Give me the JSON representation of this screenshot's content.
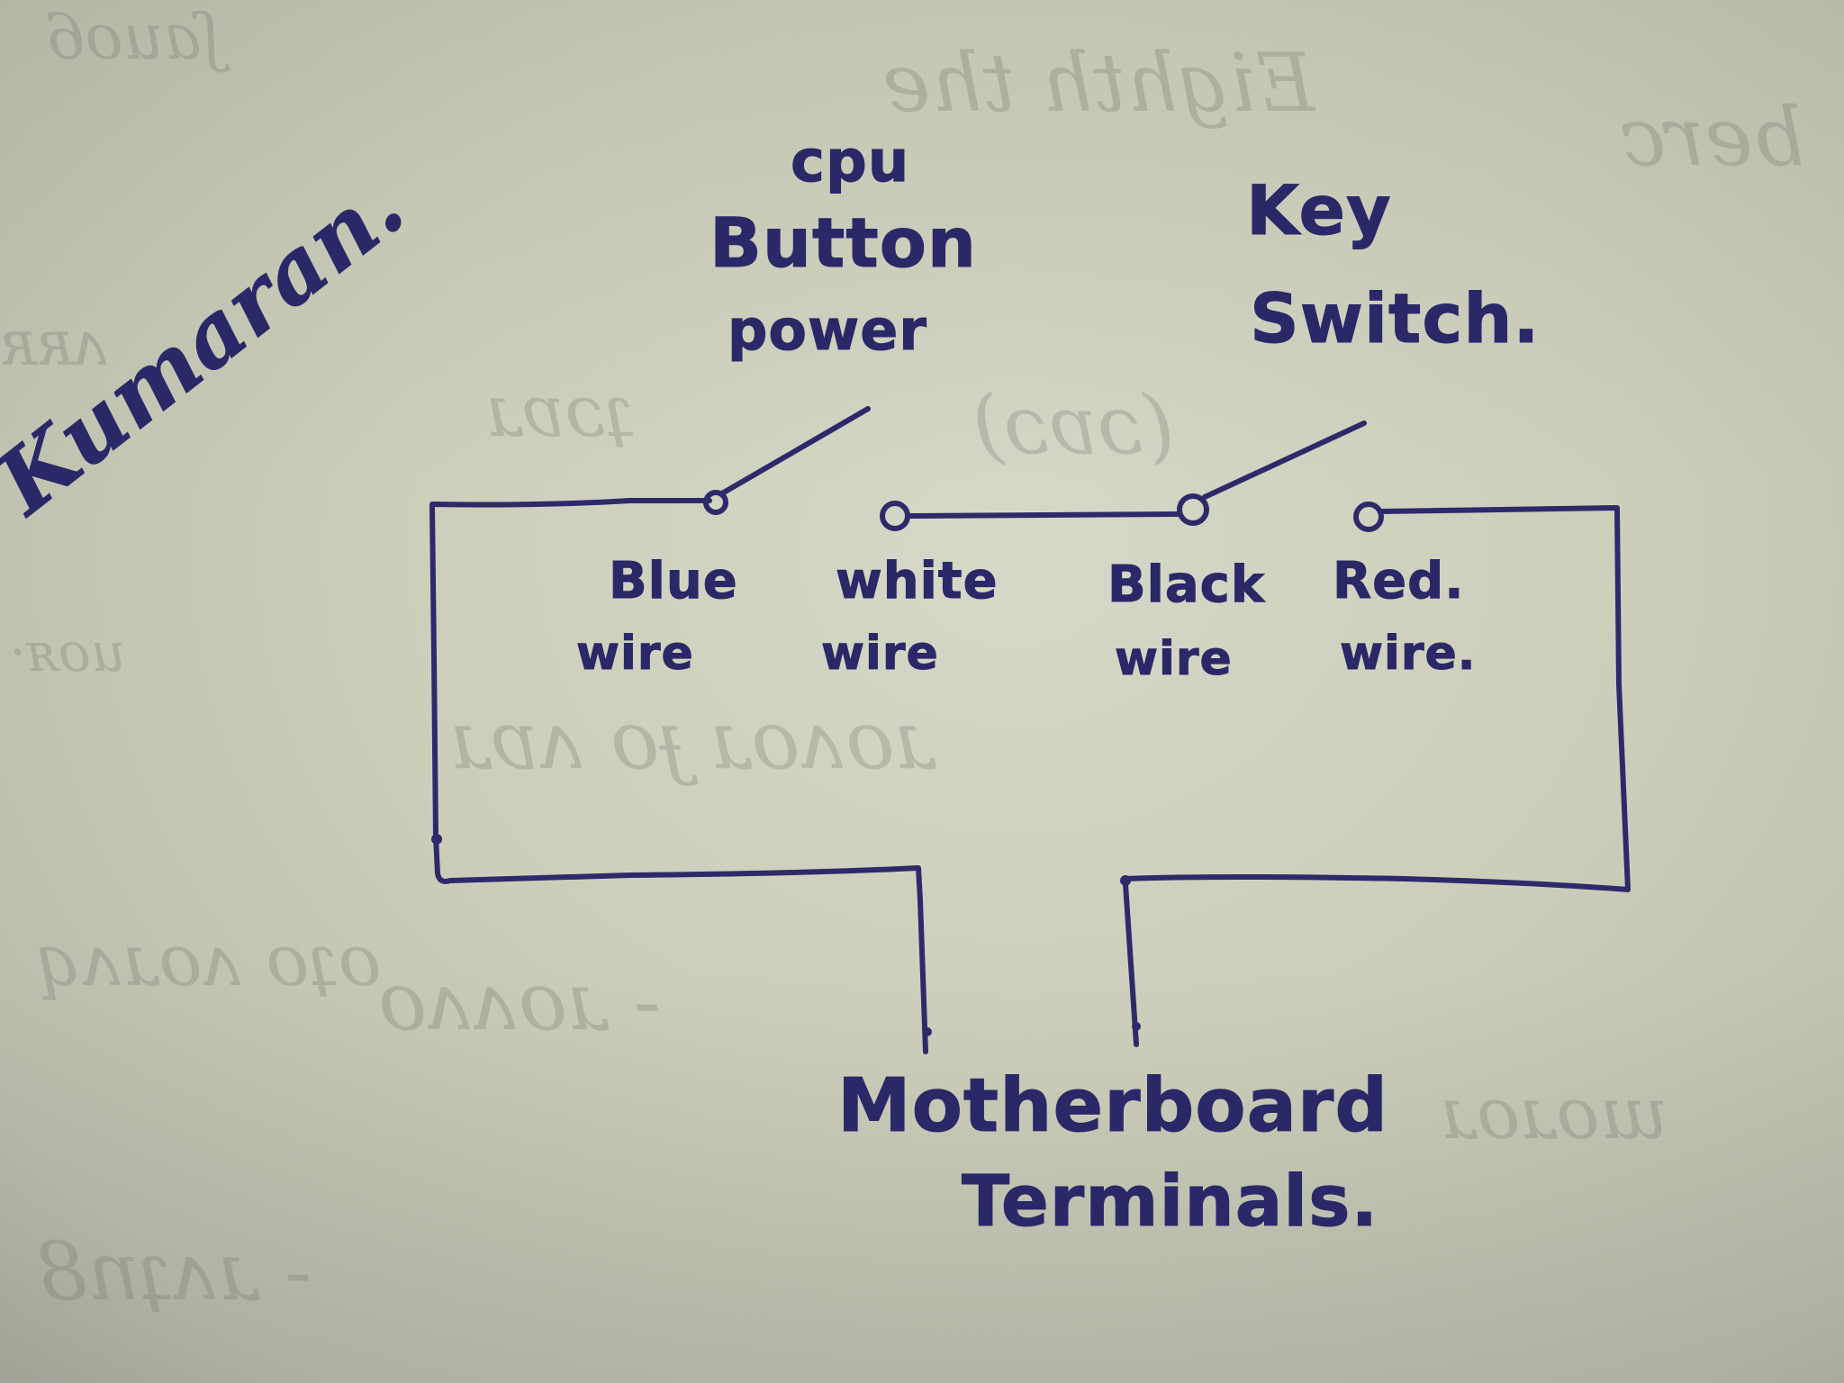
{
  "diagram": {
    "title_labels": {
      "cpu_button": {
        "line1": "cpu",
        "line2": "Button",
        "line3": "power"
      },
      "key_switch": {
        "line1": "Key",
        "line2": "Switch."
      }
    },
    "author": "Kumaran.",
    "wires": [
      {
        "line1": "Blue",
        "line2": "wire"
      },
      {
        "line1": "white",
        "line2": "wire"
      },
      {
        "line1": "Black",
        "line2": "wire"
      },
      {
        "line1": "Red.",
        "line2": "wire."
      }
    ],
    "bottom_label": {
      "line1": "Motherboard",
      "line2": "Terminals."
    },
    "colors": {
      "ink": "#2e2a6a",
      "paper": "#cfd1bf",
      "ghost_ink": "#7a7f74"
    },
    "components": [
      {
        "type": "switch",
        "name": "CPU power button"
      },
      {
        "type": "switch",
        "name": "Key switch"
      }
    ]
  },
  "ghost_text": {
    "top_left": "ʃauo6",
    "top_mid": "Eighth the",
    "top_right": "berc",
    "left1": "ʌʀʀ",
    "mid1": "ʇɔɐɹ",
    "mid2": "(ɔɐɔ)",
    "left2": "uoᴙ·",
    "mid3": "ɹoʌoɹ ɟo ʌɐɹ",
    "left3": "oʇo ʌoɹʌq",
    "mid4": "- ɹoʌʌo",
    "right4": "ɯoɹoɹ",
    "bottom_left": "- ɹʌʇn8"
  }
}
